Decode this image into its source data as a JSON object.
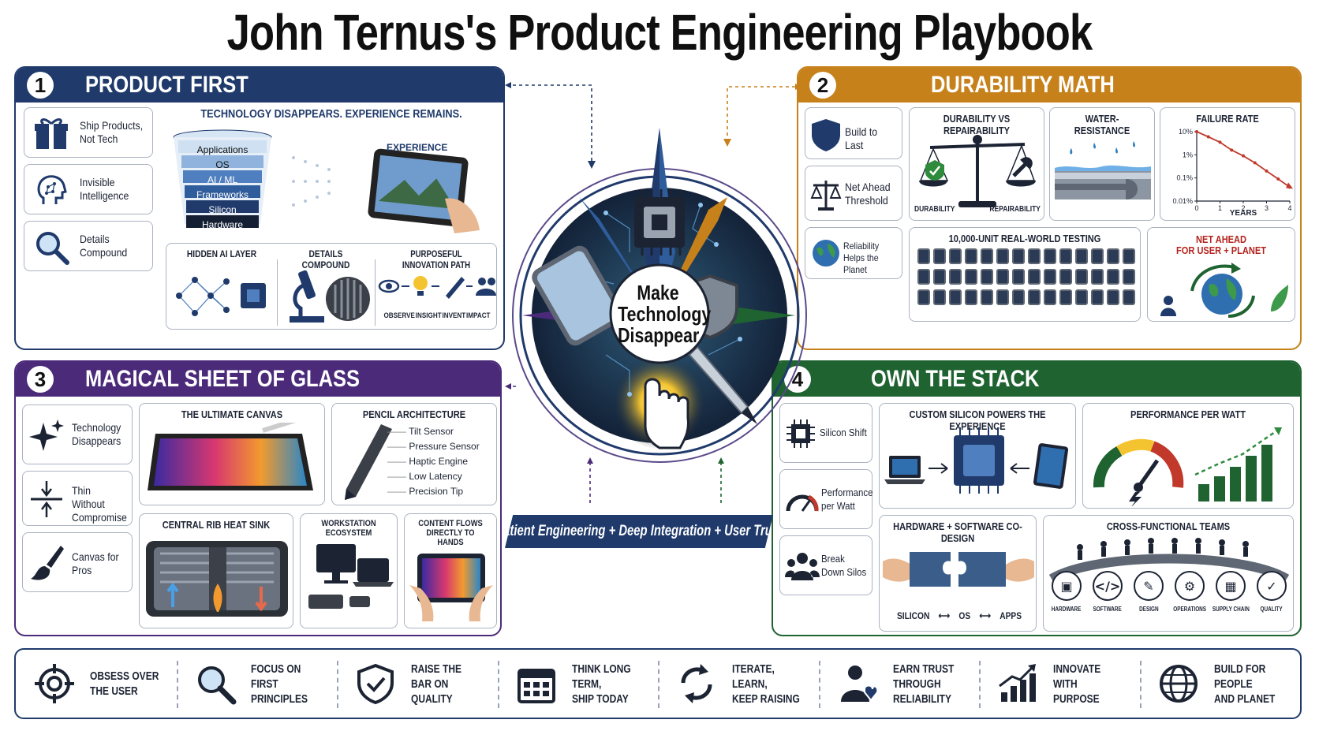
{
  "title": "John Ternus's Product Engineering Playbook",
  "colors": {
    "navy": "#1f3a6b",
    "amber": "#c7811b",
    "purple": "#4b2a7a",
    "green": "#1f6331"
  },
  "hub": {
    "center_text": "Make Technology Disappear",
    "tagline": "Patient Engineering + Deep Integration + User Trust"
  },
  "product_first": {
    "number": "1",
    "title": "PRODUCT FIRST",
    "side_items": [
      {
        "label": "Ship Products, Not Tech",
        "icon": "gift-icon"
      },
      {
        "label": "Invisible Intelligence",
        "icon": "brain-head-icon"
      },
      {
        "label": "Details Compound",
        "icon": "magnifier-icon"
      }
    ],
    "headline": "TECHNOLOGY DISAPPEARS. EXPERIENCE REMAINS.",
    "stack_layers": [
      "Applications",
      "OS",
      "AI / ML",
      "Frameworks",
      "Silicon",
      "Hardware"
    ],
    "experience_label": "EXPERIENCE",
    "mini_cards": [
      "HIDDEN AI LAYER",
      "DETAILS COMPOUND",
      "PURPOSEFUL INNOVATION PATH"
    ],
    "innovation_steps": [
      "OBSERVE",
      "INSIGHT",
      "INVENT",
      "IMPACT"
    ]
  },
  "durability_math": {
    "number": "2",
    "title": "DURABILITY MATH",
    "side_items": [
      {
        "label": "Build to Last",
        "icon": "shield-icon"
      },
      {
        "label": "Net Ahead Threshold",
        "icon": "scale-icon"
      },
      {
        "label": "Reliability Helps the Planet",
        "icon": "globe-icon"
      }
    ],
    "cards": {
      "durability": {
        "title": "DURABILITY VS REPAIRABILITY",
        "left": "DURABILITY",
        "right": "REPAIRABILITY"
      },
      "water": {
        "title": "WATER-RESISTANCE"
      },
      "failure": {
        "title": "FAILURE RATE",
        "xlabel": "YEARS"
      },
      "testing": {
        "title": "10,000-UNIT REAL-WORLD TESTING"
      },
      "net_ahead": {
        "line1": "NET AHEAD",
        "line2": "FOR USER + PLANET"
      }
    }
  },
  "chart_data": {
    "type": "line",
    "title": "FAILURE RATE",
    "xlabel": "YEARS",
    "ylabel": "",
    "x": [
      0,
      0.5,
      1,
      1.5,
      2,
      2.5,
      3,
      3.5,
      4
    ],
    "series": [
      {
        "values": [
          10,
          6,
          3.5,
          1.6,
          0.9,
          0.45,
          0.2,
          0.09,
          0.04
        ]
      }
    ],
    "x_ticks": [
      "0",
      "1",
      "2",
      "3",
      "4"
    ],
    "y_ticks": [
      "10%",
      "1%",
      "0.1%",
      "0.01%"
    ],
    "y_scale": "log",
    "ylim": [
      0.01,
      10
    ],
    "xlim": [
      0,
      4
    ]
  },
  "magical_glass": {
    "number": "3",
    "title": "MAGICAL SHEET OF GLASS",
    "side_items": [
      {
        "label": "Technology Disappears",
        "icon": "sparkle-icon"
      },
      {
        "label": "Thin Without Compromise",
        "icon": "thin-arrows-icon"
      },
      {
        "label": "Canvas for Pros",
        "icon": "brush-icon"
      }
    ],
    "cards": {
      "canvas": "THE ULTIMATE CANVAS",
      "pencil": "PENCIL ARCHITECTURE",
      "heatsink": "CENTRAL RIB HEAT SINK",
      "workstation": "WORKSTATION ECOSYSTEM",
      "content": "CONTENT FLOWS DIRECTLY TO HANDS"
    },
    "pencil_parts": [
      "Tilt Sensor",
      "Pressure Sensor",
      "Haptic Engine",
      "Low Latency",
      "Precision Tip"
    ]
  },
  "own_stack": {
    "number": "4",
    "title": "OWN THE STACK",
    "side_items": [
      {
        "label": "Silicon Shift",
        "icon": "chip-icon"
      },
      {
        "label": "Performance per Watt",
        "icon": "gauge-icon"
      },
      {
        "label": "Break Down Silos",
        "icon": "team-icon"
      }
    ],
    "cards": {
      "silicon": "CUSTOM SILICON POWERS THE EXPERIENCE",
      "perf": "PERFORMANCE PER WATT",
      "codesign": "HARDWARE + SOFTWARE CO-DESIGN",
      "teams": "CROSS-FUNCTIONAL TEAMS"
    },
    "codesign_flow": [
      "SILICON",
      "OS",
      "APPS"
    ],
    "teams": [
      "HARDWARE",
      "SOFTWARE",
      "DESIGN",
      "OPERATIONS",
      "SUPPLY CHAIN",
      "QUALITY"
    ]
  },
  "principles": [
    {
      "label": "OBSESS OVER\nTHE USER",
      "icon": "target-icon"
    },
    {
      "label": "FOCUS ON\nFIRST PRINCIPLES",
      "icon": "search-icon"
    },
    {
      "label": "RAISE THE BAR ON\nQUALITY",
      "icon": "shield-check-icon"
    },
    {
      "label": "THINK LONG TERM,\nSHIP TODAY",
      "icon": "calendar-icon"
    },
    {
      "label": "ITERATE, LEARN,\nKEEP RAISING",
      "icon": "cycle-icon"
    },
    {
      "label": "EARN TRUST THROUGH\nRELIABILITY",
      "icon": "user-heart-icon"
    },
    {
      "label": "INNOVATE WITH\nPURPOSE",
      "icon": "growth-chart-icon"
    },
    {
      "label": "BUILD FOR PEOPLE\nAND PLANET",
      "icon": "globe-people-icon"
    }
  ]
}
